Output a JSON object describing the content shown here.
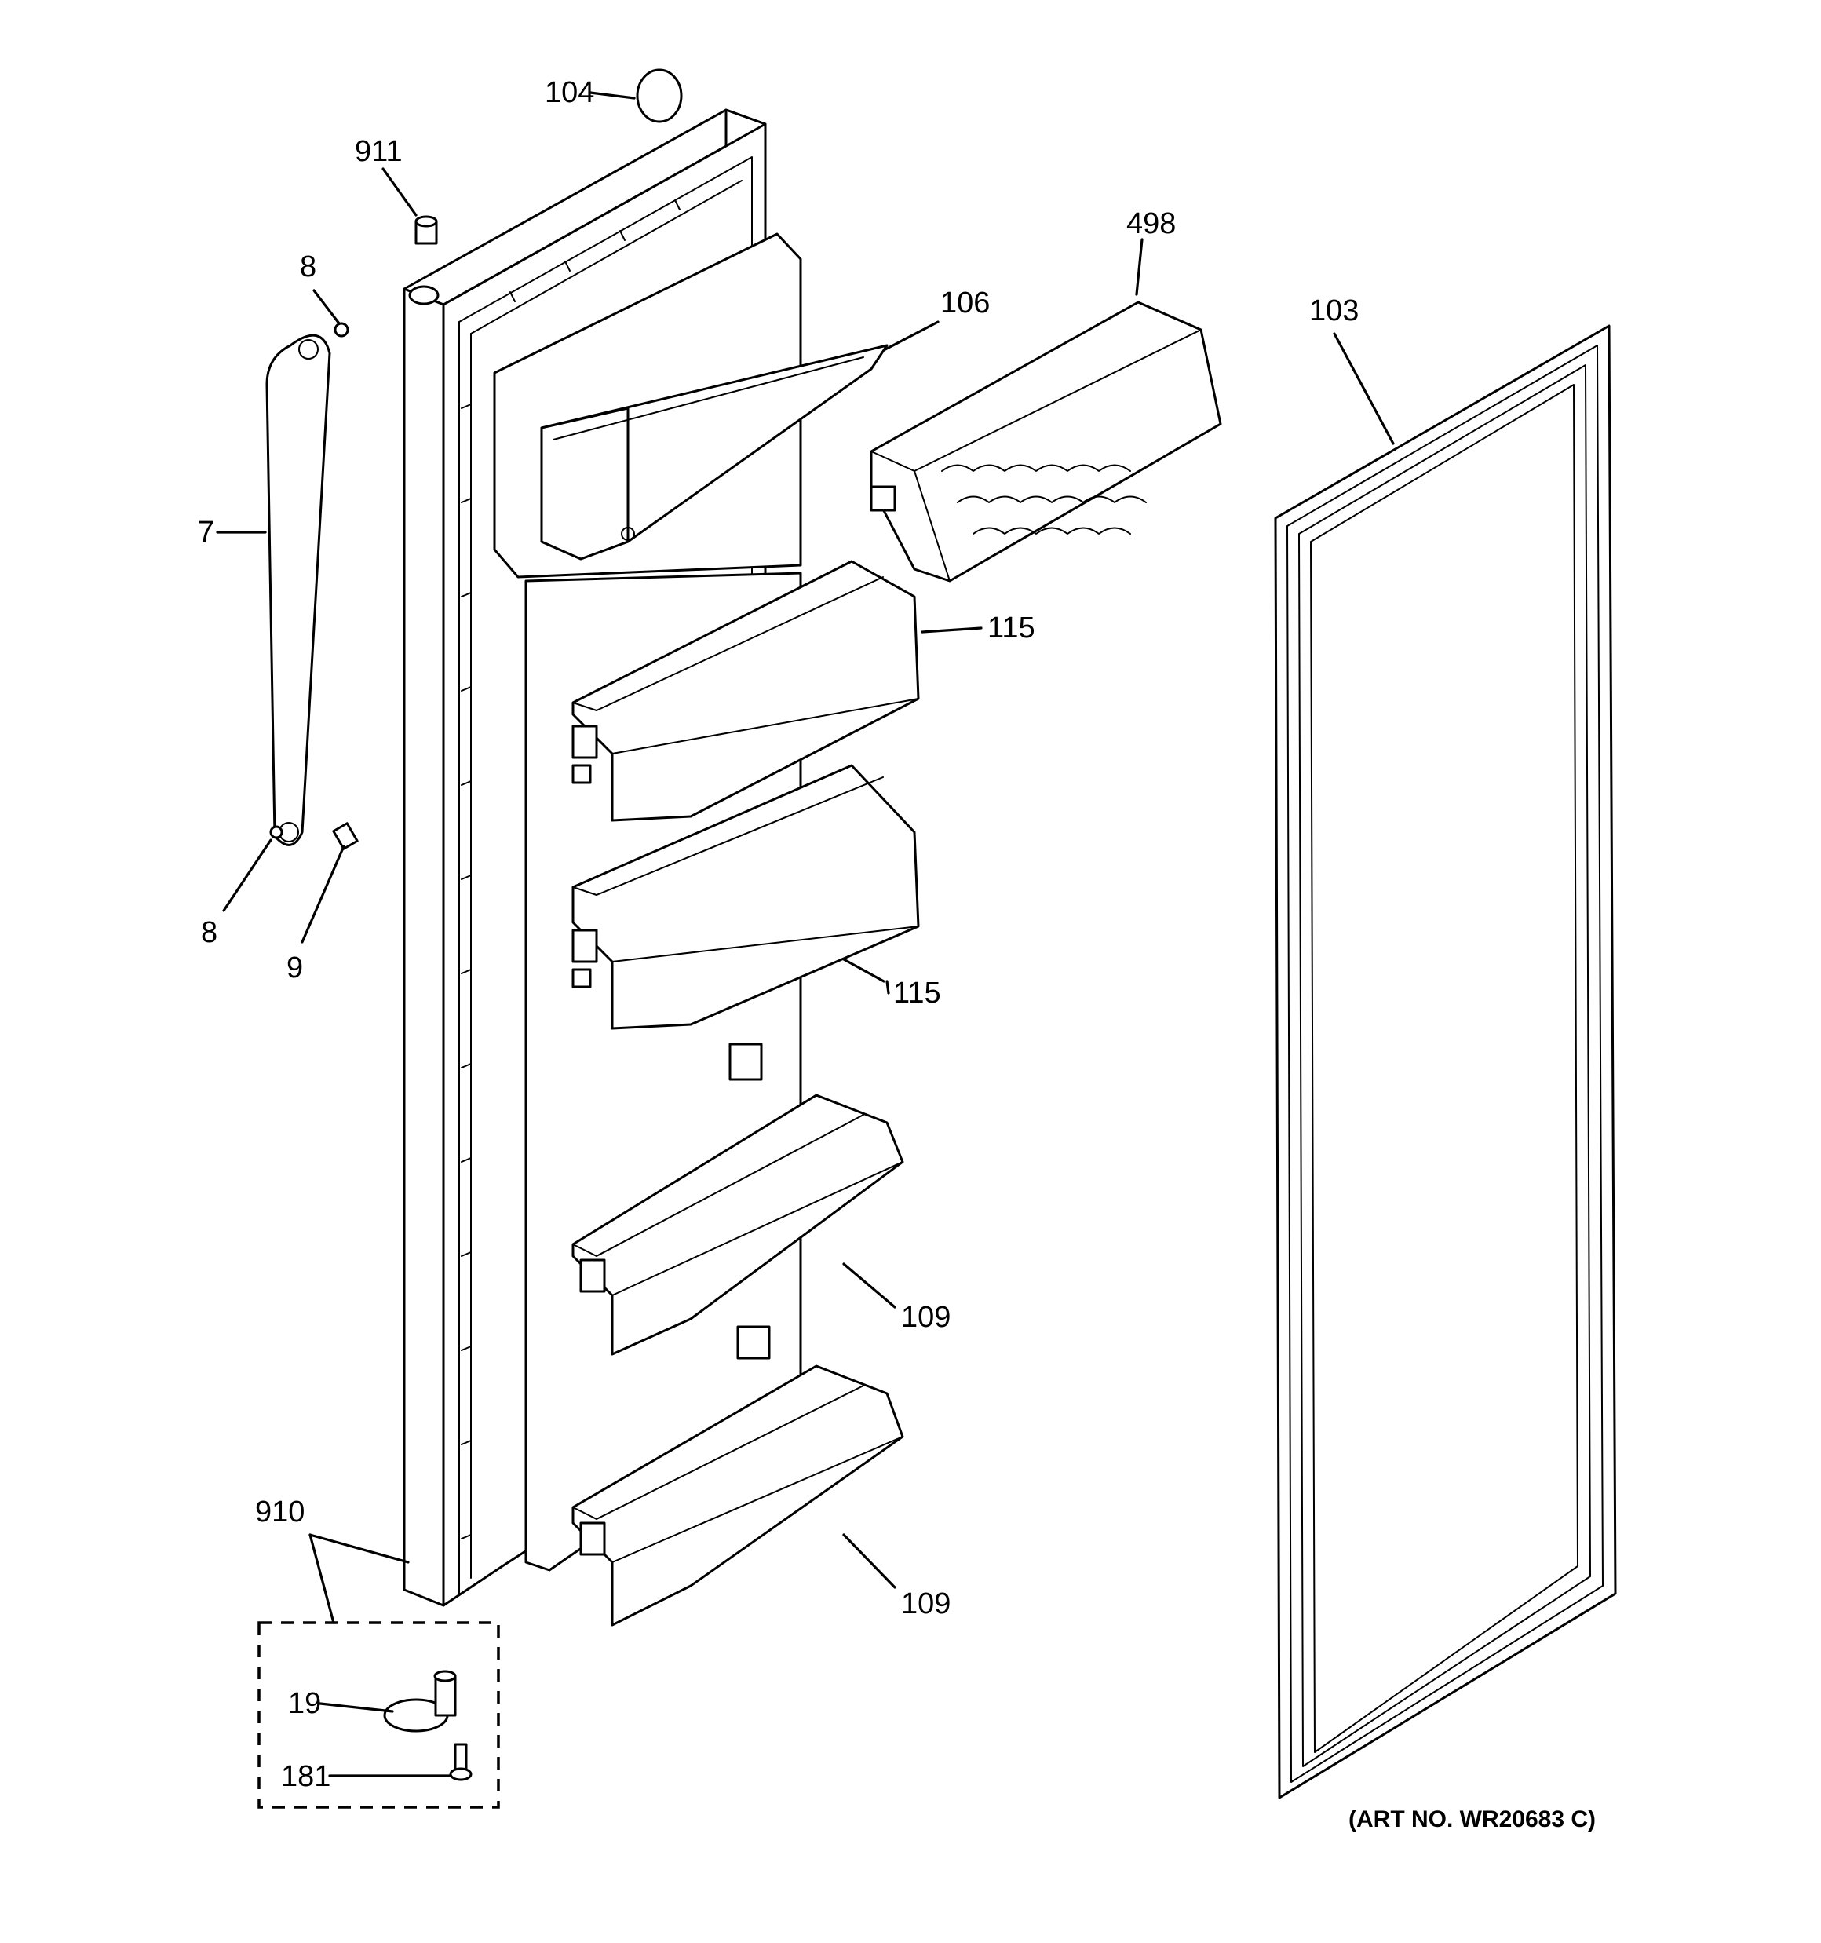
{
  "diagram": {
    "callouts": {
      "c104": "104",
      "c911": "911",
      "c498": "498",
      "c106": "106",
      "c103": "103",
      "c8_top": "8",
      "c7": "7",
      "c115_top": "115",
      "c8_bottom": "8",
      "c9": "9",
      "c115_bottom": "115",
      "c109_top": "109",
      "c910": "910",
      "c109_bottom": "109",
      "c19": "19",
      "c181": "181"
    },
    "art_number": "(ART NO. WR20683 C)"
  }
}
